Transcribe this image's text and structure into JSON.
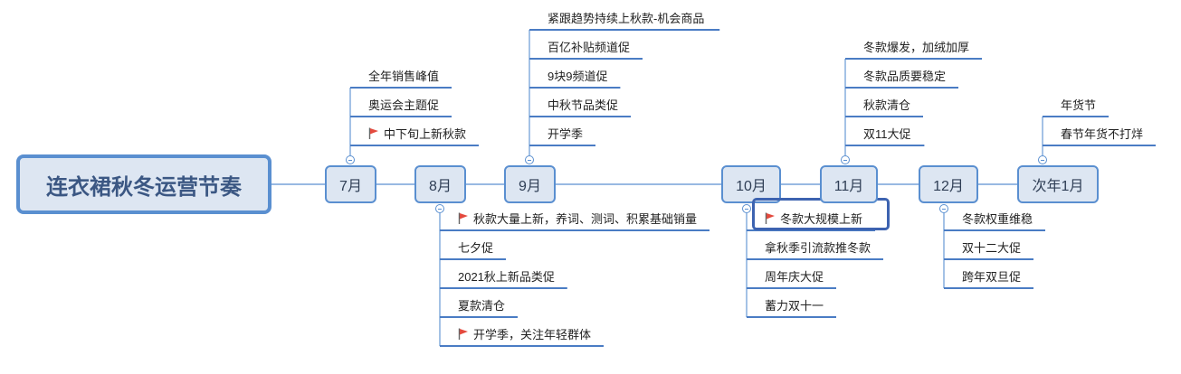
{
  "root": {
    "title": "连衣裙秋冬运营节奏"
  },
  "colors": {
    "line": "#5a8fd0",
    "underline": "#4a7cc4",
    "flag": "#e34a3e",
    "highlight": "#3d63b0"
  },
  "months": [
    {
      "label": "7月",
      "side": "top",
      "items": [
        {
          "text": "全年销售峰值"
        },
        {
          "text": "奥运会主题促"
        },
        {
          "text": "中下旬上新秋款",
          "flag": true
        }
      ]
    },
    {
      "label": "8月",
      "side": "bottom",
      "items": [
        {
          "text": "秋款大量上新，养词、测词、积累基础销量",
          "flag": true
        },
        {
          "text": "七夕促"
        },
        {
          "text": "2021秋上新品类促"
        },
        {
          "text": "夏款清仓"
        },
        {
          "text": "开学季，关注年轻群体",
          "flag": true
        }
      ]
    },
    {
      "label": "9月",
      "side": "top",
      "items": [
        {
          "text": "紧跟趋势持续上秋款-机会商品"
        },
        {
          "text": "百亿补贴频道促"
        },
        {
          "text": "9块9频道促"
        },
        {
          "text": "中秋节品类促"
        },
        {
          "text": "开学季"
        }
      ]
    },
    {
      "label": "10月",
      "side": "bottom",
      "items": [
        {
          "text": "冬款大规模上新",
          "flag": true,
          "highlight": true
        },
        {
          "text": "拿秋季引流款推冬款"
        },
        {
          "text": "周年庆大促"
        },
        {
          "text": "蓄力双十一"
        }
      ]
    },
    {
      "label": "11月",
      "side": "top",
      "items": [
        {
          "text": "冬款爆发，加绒加厚"
        },
        {
          "text": "冬款品质要稳定"
        },
        {
          "text": "秋款清仓"
        },
        {
          "text": "双11大促"
        }
      ]
    },
    {
      "label": "12月",
      "side": "bottom",
      "items": [
        {
          "text": "冬款权重维稳"
        },
        {
          "text": "双十二大促"
        },
        {
          "text": "跨年双旦促"
        }
      ]
    },
    {
      "label": "次年1月",
      "side": "top",
      "items": [
        {
          "text": "年货节"
        },
        {
          "text": "春节年货不打烊"
        }
      ]
    }
  ]
}
